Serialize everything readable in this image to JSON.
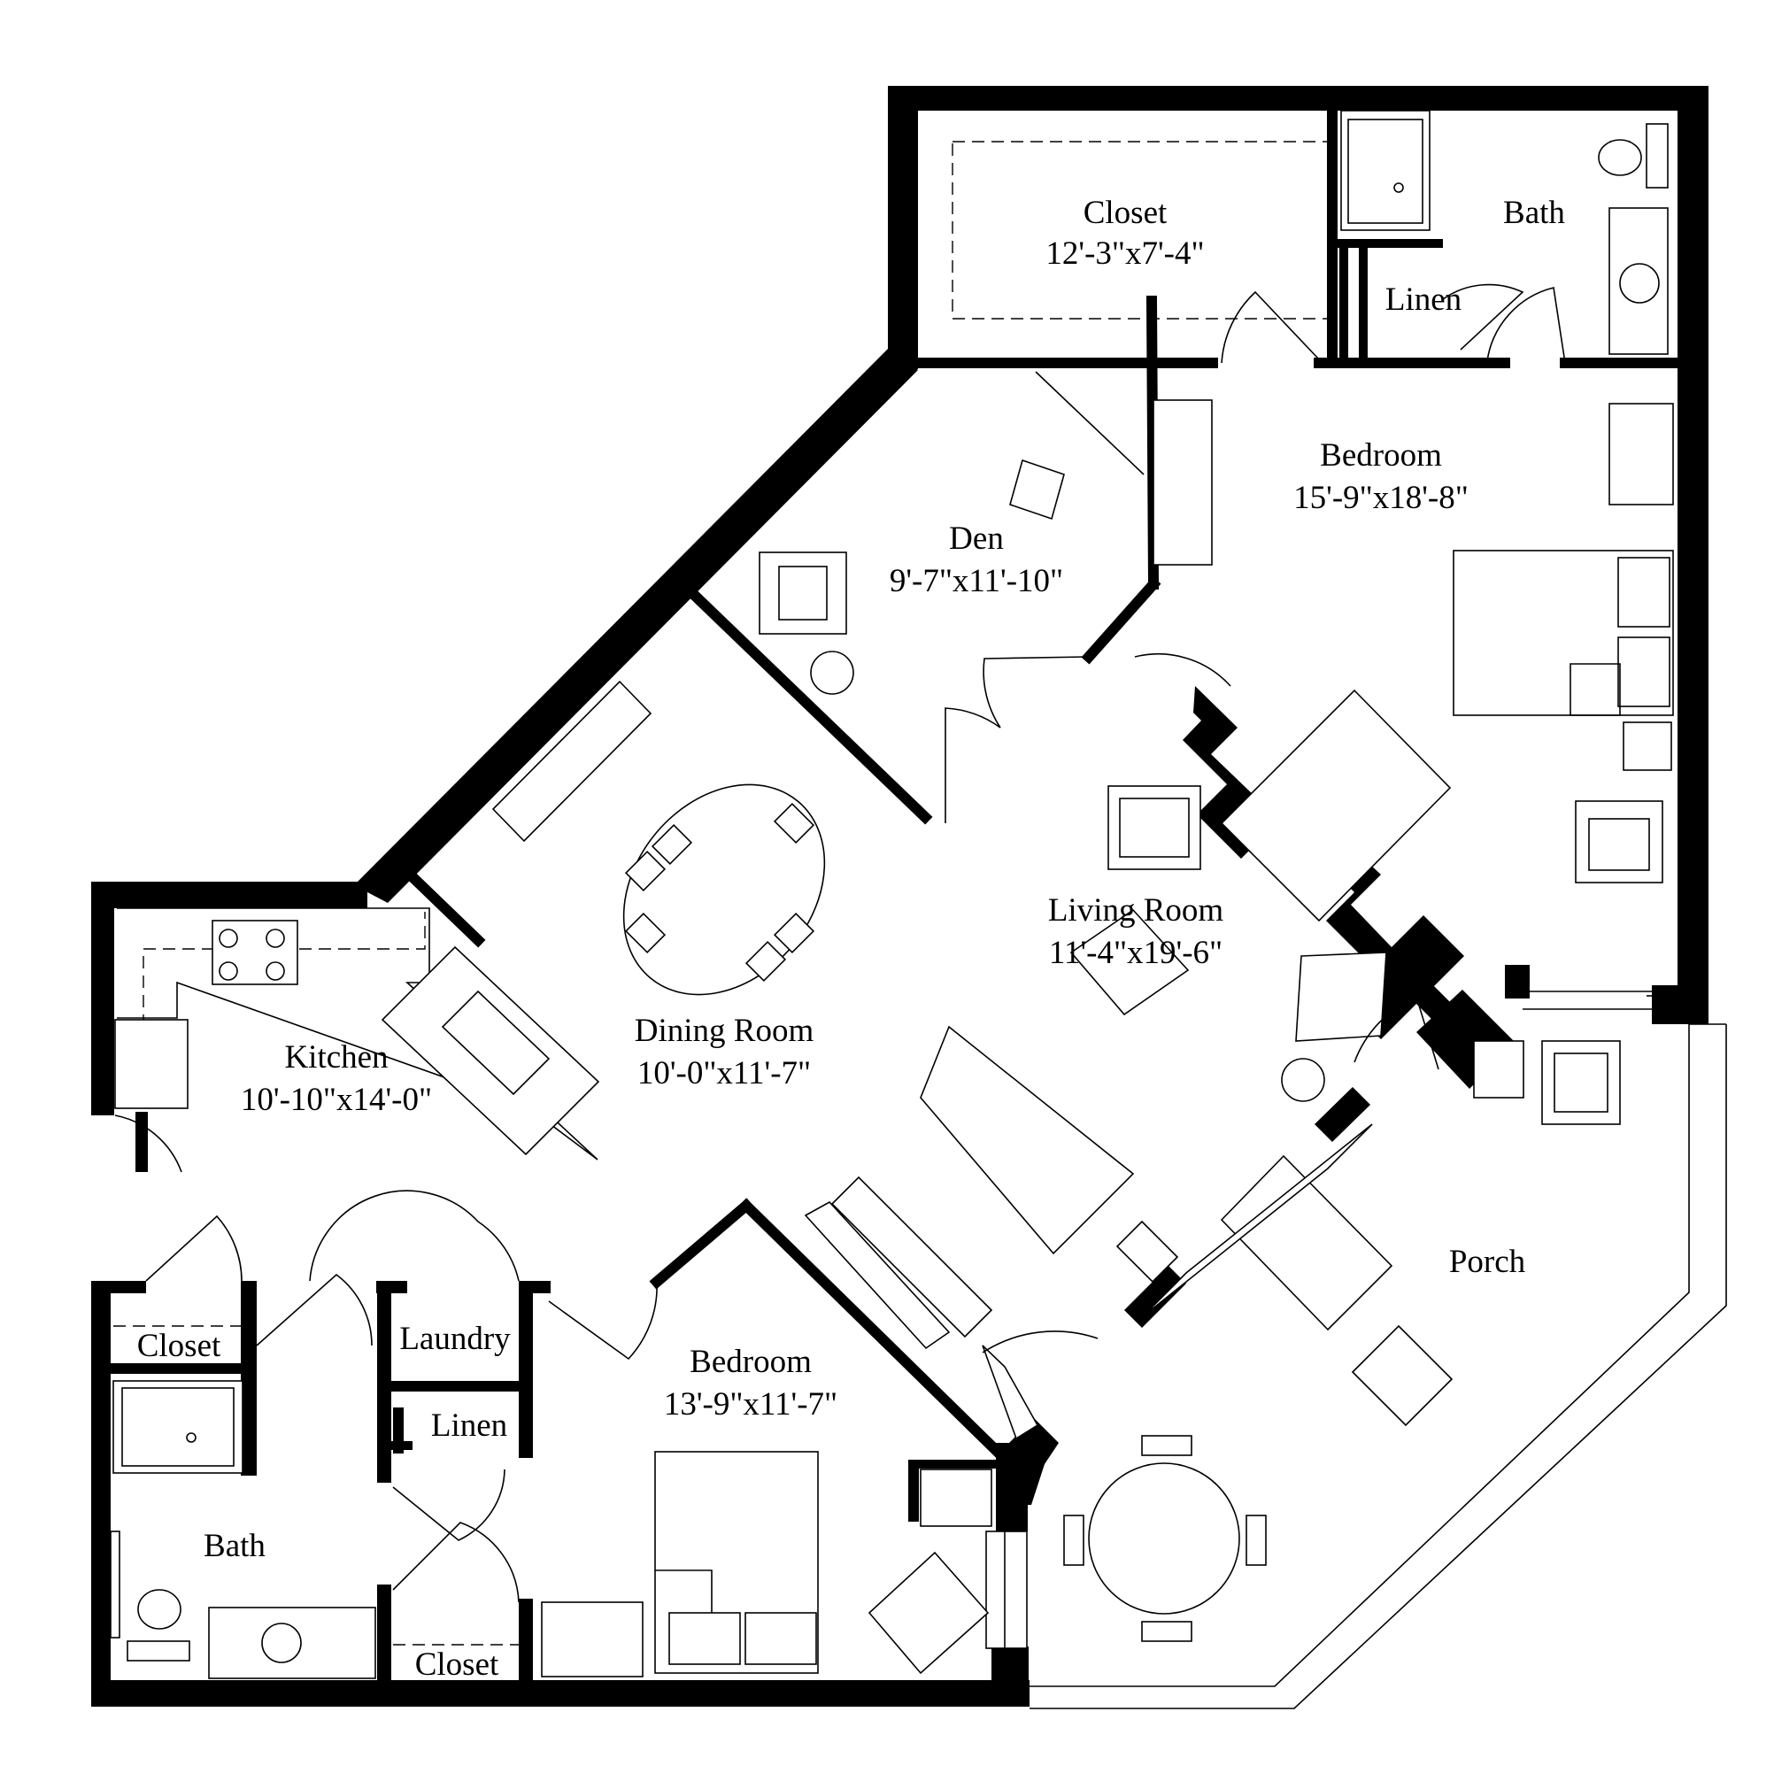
{
  "rooms": {
    "closet_master": {
      "name": "Closet",
      "size": "12'-3\"x7'-4\""
    },
    "bath_master": {
      "name": "Bath"
    },
    "linen_master": {
      "name": "Linen"
    },
    "bedroom_master": {
      "name": "Bedroom",
      "size": "15'-9\"x18'-8\""
    },
    "den": {
      "name": "Den",
      "size": "9'-7\"x11'-10\""
    },
    "living": {
      "name": "Living Room",
      "size": "11'-4\"x19'-6\""
    },
    "dining": {
      "name": "Dining Room",
      "size": "10'-0\"x11'-7\""
    },
    "kitchen": {
      "name": "Kitchen",
      "size": "10'-10\"x14'-0\""
    },
    "porch": {
      "name": "Porch"
    },
    "closet_hall": {
      "name": "Closet"
    },
    "laundry": {
      "name": "Laundry"
    },
    "linen_hall": {
      "name": "Linen"
    },
    "bedroom_second": {
      "name": "Bedroom",
      "size": "13'-9\"x11'-7\""
    },
    "bath_second": {
      "name": "Bath"
    },
    "closet_second": {
      "name": "Closet"
    }
  },
  "colors": {
    "wall": "#000000",
    "background": "#ffffff"
  }
}
